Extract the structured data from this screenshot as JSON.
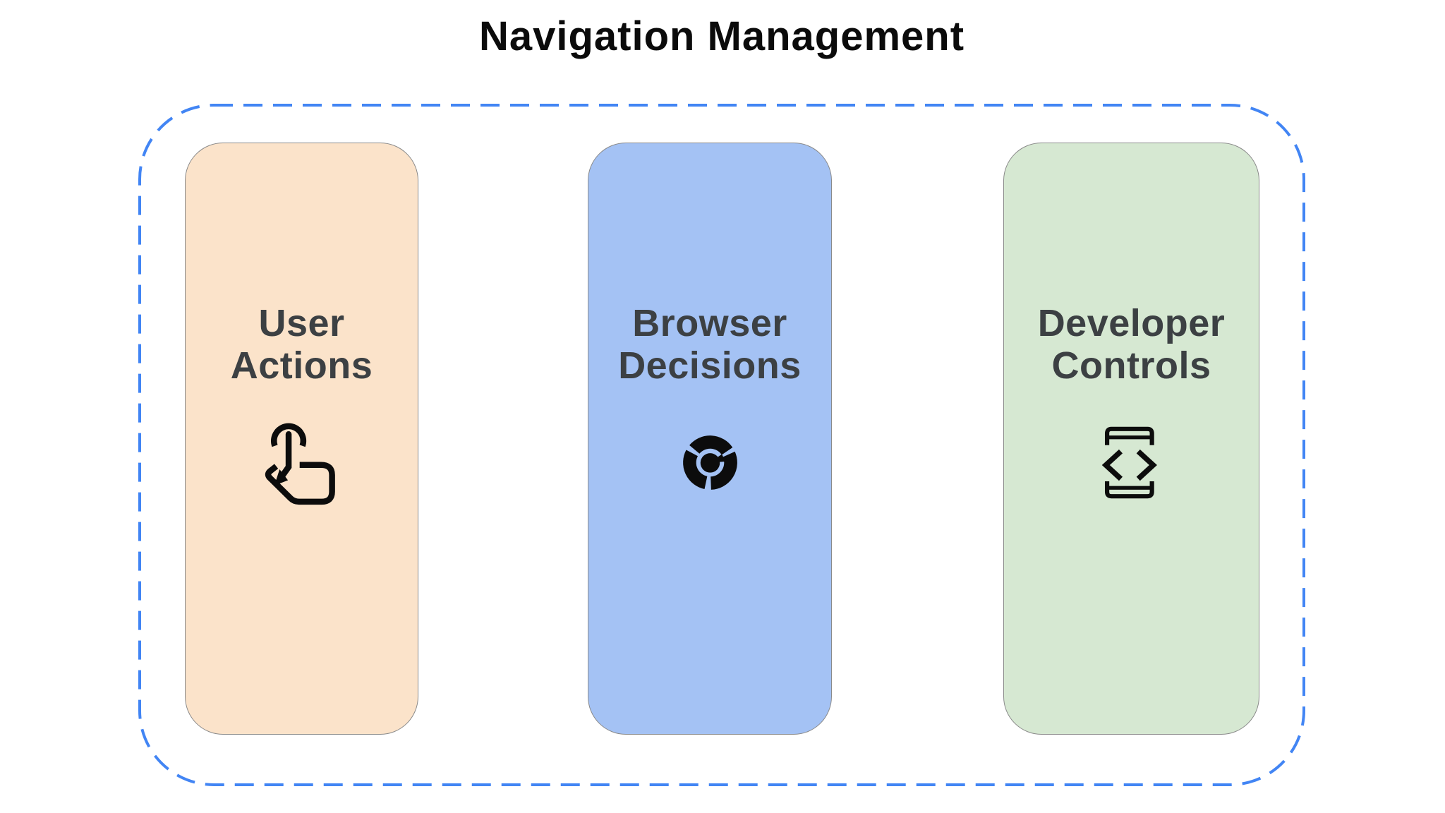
{
  "title": "Navigation Management",
  "colors": {
    "background": "#ffffff",
    "title_text": "#0b0b0b",
    "label_text": "#3c4043",
    "dashed_border": "#4285f4",
    "card_border": "#8a8a8a",
    "icon": "#0c0c0c",
    "card_fill_user_actions": "#fbe3ca",
    "card_fill_browser_decisions": "#a4c2f4",
    "card_fill_developer_controls": "#d6e8d2"
  },
  "container": {
    "name": "navigation-management-group",
    "cards": [
      {
        "id": "user-actions",
        "label": "User\nActions",
        "icon": "tap-gesture-icon",
        "fill": "#fbe3ca"
      },
      {
        "id": "browser-decisions",
        "label": "Browser\nDecisions",
        "icon": "chrome-browser-icon",
        "fill": "#a4c2f4"
      },
      {
        "id": "developer-controls",
        "label": "Developer\nControls",
        "icon": "developer-mode-icon",
        "fill": "#d6e8d2"
      }
    ]
  }
}
